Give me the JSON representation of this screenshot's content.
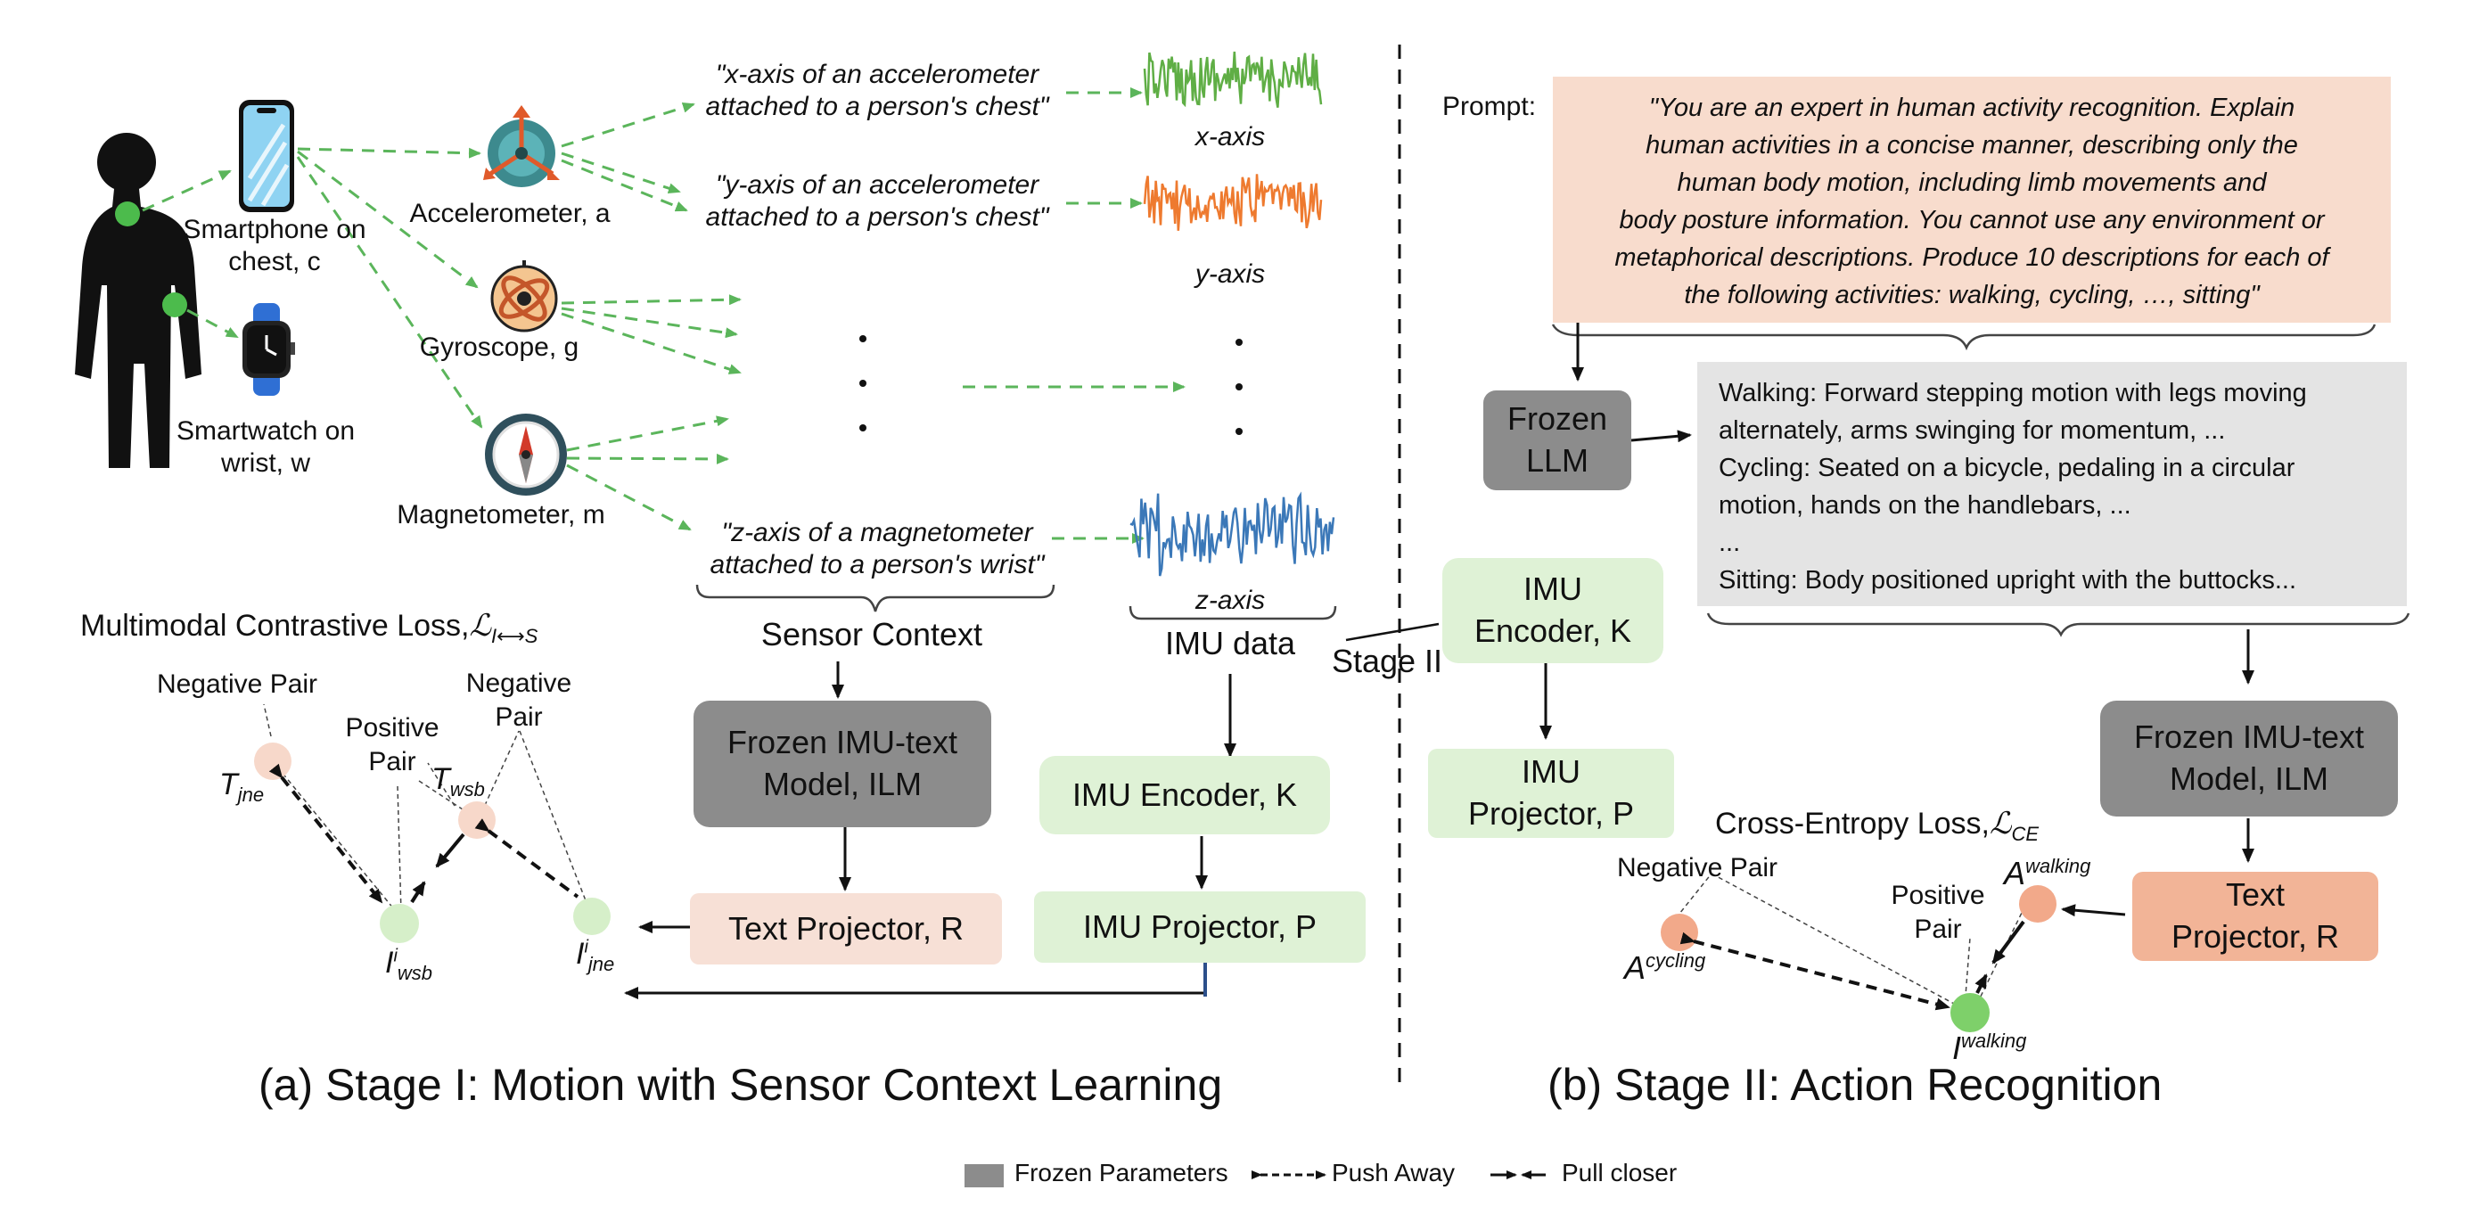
{
  "sensors": {
    "smartphone": "Smartphone on\nchest, c",
    "smartwatch": "Smartwatch on\nwrist, w",
    "accelerometer": "Accelerometer, a",
    "gyroscope": "Gyroscope, g",
    "magnetometer": "Magnetometer, m"
  },
  "context_quotes": {
    "x_axis": "\"x-axis of an accelerometer\nattached to a person's chest\"",
    "y_axis": "\"y-axis of an accelerometer\nattached to a person's chest\"",
    "z_axis": "\"z-axis of a magnetometer\nattached to a person's wrist\""
  },
  "signals": {
    "x_label": "x-axis",
    "y_label": "y-axis",
    "z_label": "z-axis"
  },
  "labels": {
    "sensor_context": "Sensor Context",
    "imu_data": "IMU data",
    "stage2": "Stage II",
    "prompt_label": "Prompt:",
    "mcl": "Multimodal Contrastive Loss,",
    "mcl_symbol": "ℒ",
    "mcl_sub": "I⟷S",
    "ce": "Cross-Entropy Loss,",
    "ce_symbol": "ℒ",
    "ce_sub": "CE"
  },
  "stage1": {
    "frozen_ilm": "Frozen IMU-text\nModel, ILM",
    "imu_encoder": "IMU Encoder, K",
    "text_projector": "Text Projector, R",
    "imu_projector": "IMU Projector, P",
    "negative_pair_1": "Negative Pair",
    "positive_pair": "Positive\nPair",
    "negative_pair_2": "Negative\nPair",
    "t_jne": "T",
    "t_jne_sub": "jne",
    "t_wsb": "T",
    "t_wsb_sub": "wsb",
    "i_wsb": "I",
    "i_wsb_sup": "i",
    "i_wsb_sub": "wsb",
    "i_jne": "I",
    "i_jne_sup": "i",
    "i_jne_sub": "jne"
  },
  "stage2": {
    "prompt": "\"You are an expert in human activity recognition. Explain\nhuman activities in a concise manner, describing only the\nhuman body motion, including limb movements and\nbody posture information. You cannot use any environment or\nmetaphorical descriptions. Produce 10 descriptions for each of\nthe following activities: walking, cycling, …, sitting\"",
    "frozen_llm": "Frozen\nLLM",
    "descriptions": [
      "Walking: Forward stepping motion with legs moving",
      "alternately, arms swinging for momentum, ...",
      "Cycling: Seated on a bicycle, pedaling in a circular",
      "motion, hands on the handlebars, ...",
      "...",
      "Sitting: Body positioned upright with the buttocks..."
    ],
    "imu_encoder": "IMU\nEncoder, K",
    "imu_projector": "IMU\nProjector, P",
    "frozen_ilm": "Frozen IMU-text\nModel, ILM",
    "text_projector": "Text\nProjector, R",
    "negative_pair": "Negative Pair",
    "positive_pair": "Positive\nPair",
    "a_walking": "A",
    "a_walking_sup": "walking",
    "a_cycling": "A",
    "a_cycling_sup": "cycling",
    "i_walking": "I",
    "i_walking_sup": "walking"
  },
  "captions": {
    "stage1": "(a) Stage I: Motion with Sensor Context Learning",
    "stage2": "(b) Stage II: Action Recognition"
  },
  "legend": {
    "frozen": "Frozen Parameters",
    "push": "Push Away",
    "pull": "Pull closer"
  },
  "colors": {
    "x_signal": "#5fae45",
    "y_signal": "#ee7a2f",
    "z_signal": "#3b78b8",
    "dashed_arrow": "#5bb55b",
    "frozen_gray": "#8c8c8c",
    "green_box": "#dff2d6",
    "peach_box": "#f7e0d6",
    "salmon_box": "#f2b497",
    "prompt_bg": "#f8dccd",
    "desc_bg": "#e4e4e4"
  },
  "icons": [
    "person-silhouette-icon",
    "smartphone-icon",
    "smartwatch-icon",
    "accelerometer-icon",
    "gyroscope-icon",
    "magnetometer-icon"
  ]
}
